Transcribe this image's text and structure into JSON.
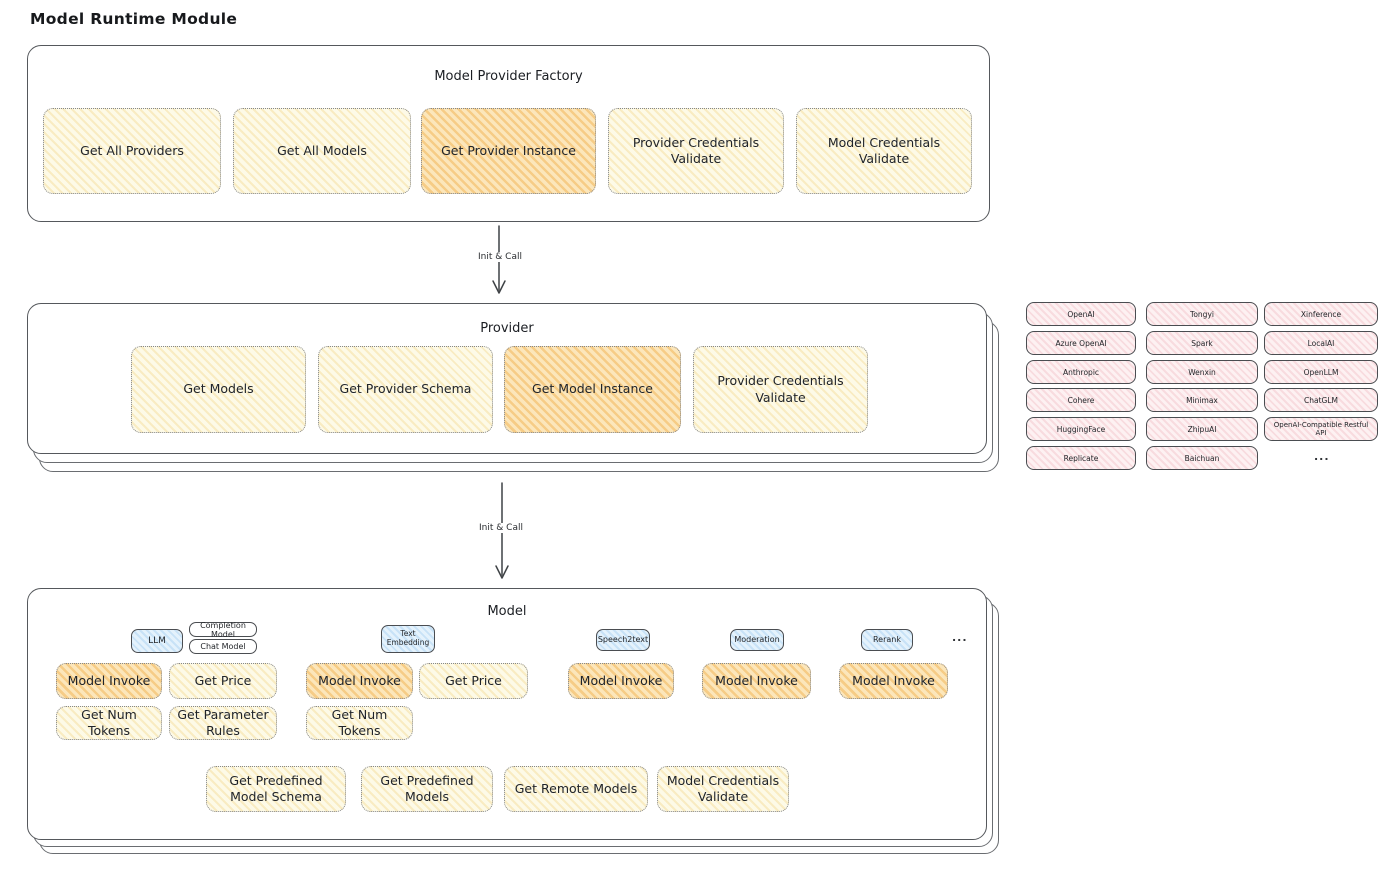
{
  "title": "Model Runtime Module",
  "arrows": {
    "label1": "Init & Call",
    "label2": "Init & Call"
  },
  "colors": {
    "yellow_fill": "#fdf9e9",
    "orange_highlight_fill": "#fae3b8",
    "pink_fill": "#fdf2f3",
    "blue_tab_fill": "#e6f2fc",
    "border": "#55585c"
  },
  "factory": {
    "title": "Model Provider Factory",
    "items": [
      {
        "label": "Get All Providers",
        "highlight": false
      },
      {
        "label": "Get All Models",
        "highlight": false
      },
      {
        "label": "Get Provider Instance",
        "highlight": true
      },
      {
        "label": "Provider Credentials Validate",
        "highlight": false
      },
      {
        "label": "Model Credentials Validate",
        "highlight": false
      }
    ]
  },
  "provider": {
    "title": "Provider",
    "items": [
      {
        "label": "Get Models",
        "highlight": false
      },
      {
        "label": "Get Provider Schema",
        "highlight": false
      },
      {
        "label": "Get Model Instance",
        "highlight": true
      },
      {
        "label": "Provider Credentials Validate",
        "highlight": false
      }
    ]
  },
  "providers": {
    "col1": [
      "OpenAI",
      "Azure OpenAI",
      "Anthropic",
      "Cohere",
      "HuggingFace",
      "Replicate"
    ],
    "col2": [
      "Tongyi",
      "Spark",
      "Wenxin",
      "Minimax",
      "ZhipuAI",
      "Baichuan"
    ],
    "col3": [
      "Xinference",
      "LocalAI",
      "OpenLLM",
      "ChatGLM",
      "OpenAI-Compatible Restful API"
    ],
    "more": "..."
  },
  "model": {
    "title": "Model",
    "tabs": {
      "llm": "LLM",
      "completion": "Completion Model",
      "chat": "Chat Model",
      "text_embedding": "Text Embedding",
      "speech2text": "Speech2text",
      "moderation": "Moderation",
      "rerank": "Rerank",
      "more": "..."
    },
    "actions": {
      "llm": [
        "Model Invoke",
        "Get Price",
        "Get Num Tokens",
        "Get Parameter Rules"
      ],
      "text_embedding": [
        "Model Invoke",
        "Get Price",
        "Get Num Tokens"
      ],
      "speech2text": [
        "Model Invoke"
      ],
      "moderation": [
        "Model Invoke"
      ],
      "rerank": [
        "Model Invoke"
      ],
      "common": [
        "Get Predefined Model Schema",
        "Get Predefined Models",
        "Get Remote Models",
        "Model Credentials Validate"
      ]
    }
  }
}
